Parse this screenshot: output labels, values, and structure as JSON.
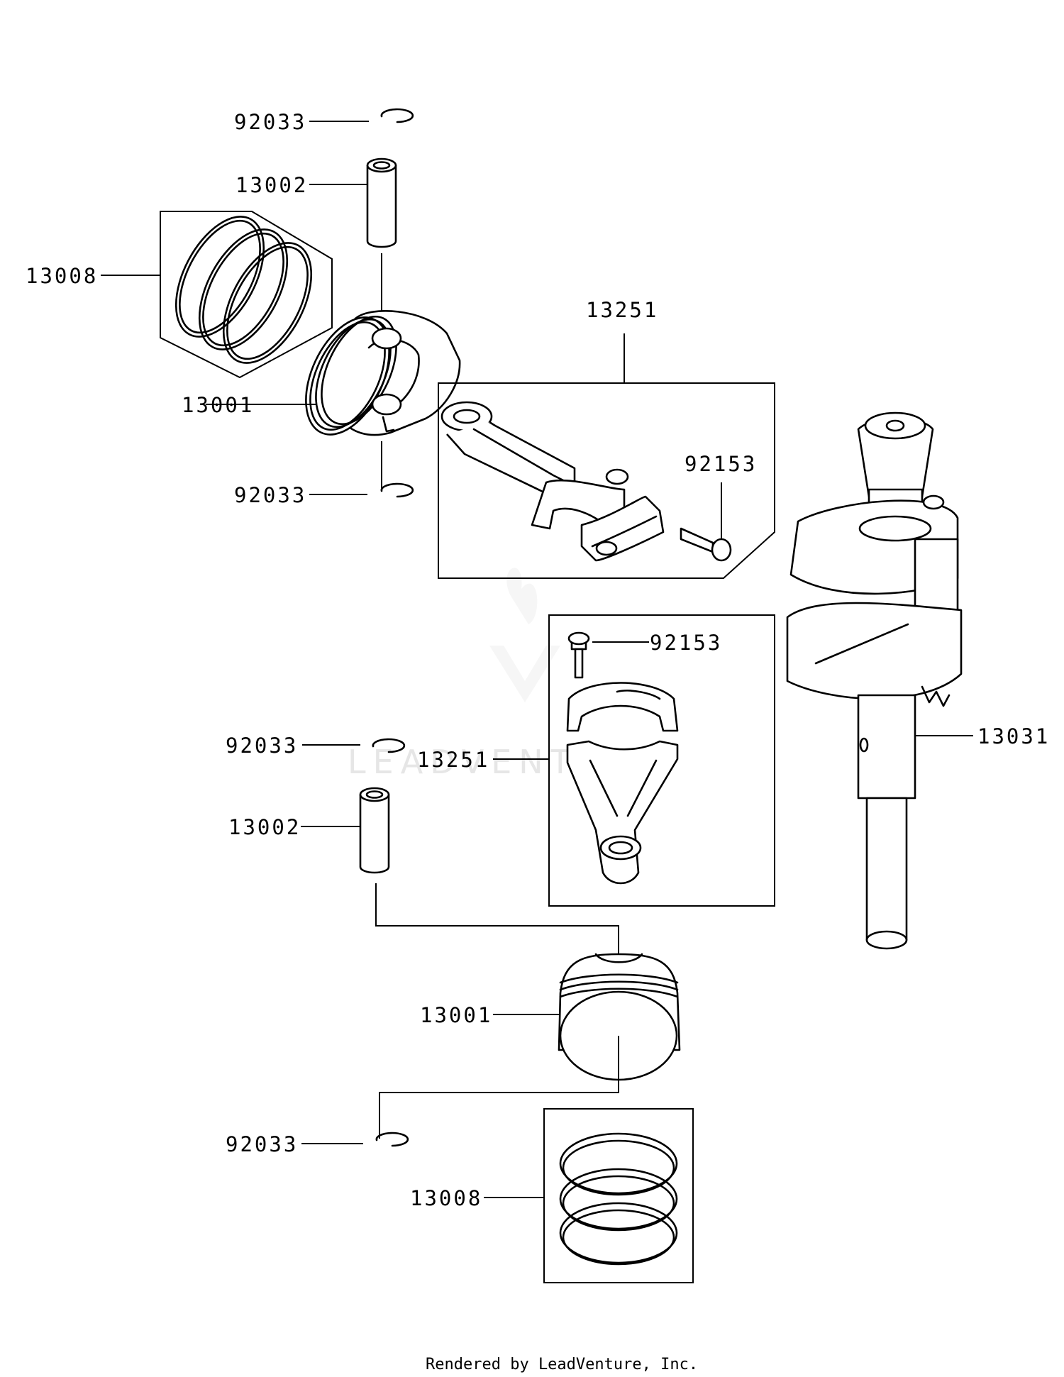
{
  "callouts": {
    "c1": "92033",
    "c2": "13002",
    "c3": "13008",
    "c4": "13001",
    "c5": "92033",
    "c6": "13251",
    "c7": "92153",
    "c8": "92153",
    "c9": "13251",
    "c10": "92033",
    "c11": "13002",
    "c12": "13031",
    "c13": "13001",
    "c14": "92033",
    "c15": "13008"
  },
  "watermark": "LEADVENTURE",
  "footer": "Rendered by LeadVenture, Inc."
}
